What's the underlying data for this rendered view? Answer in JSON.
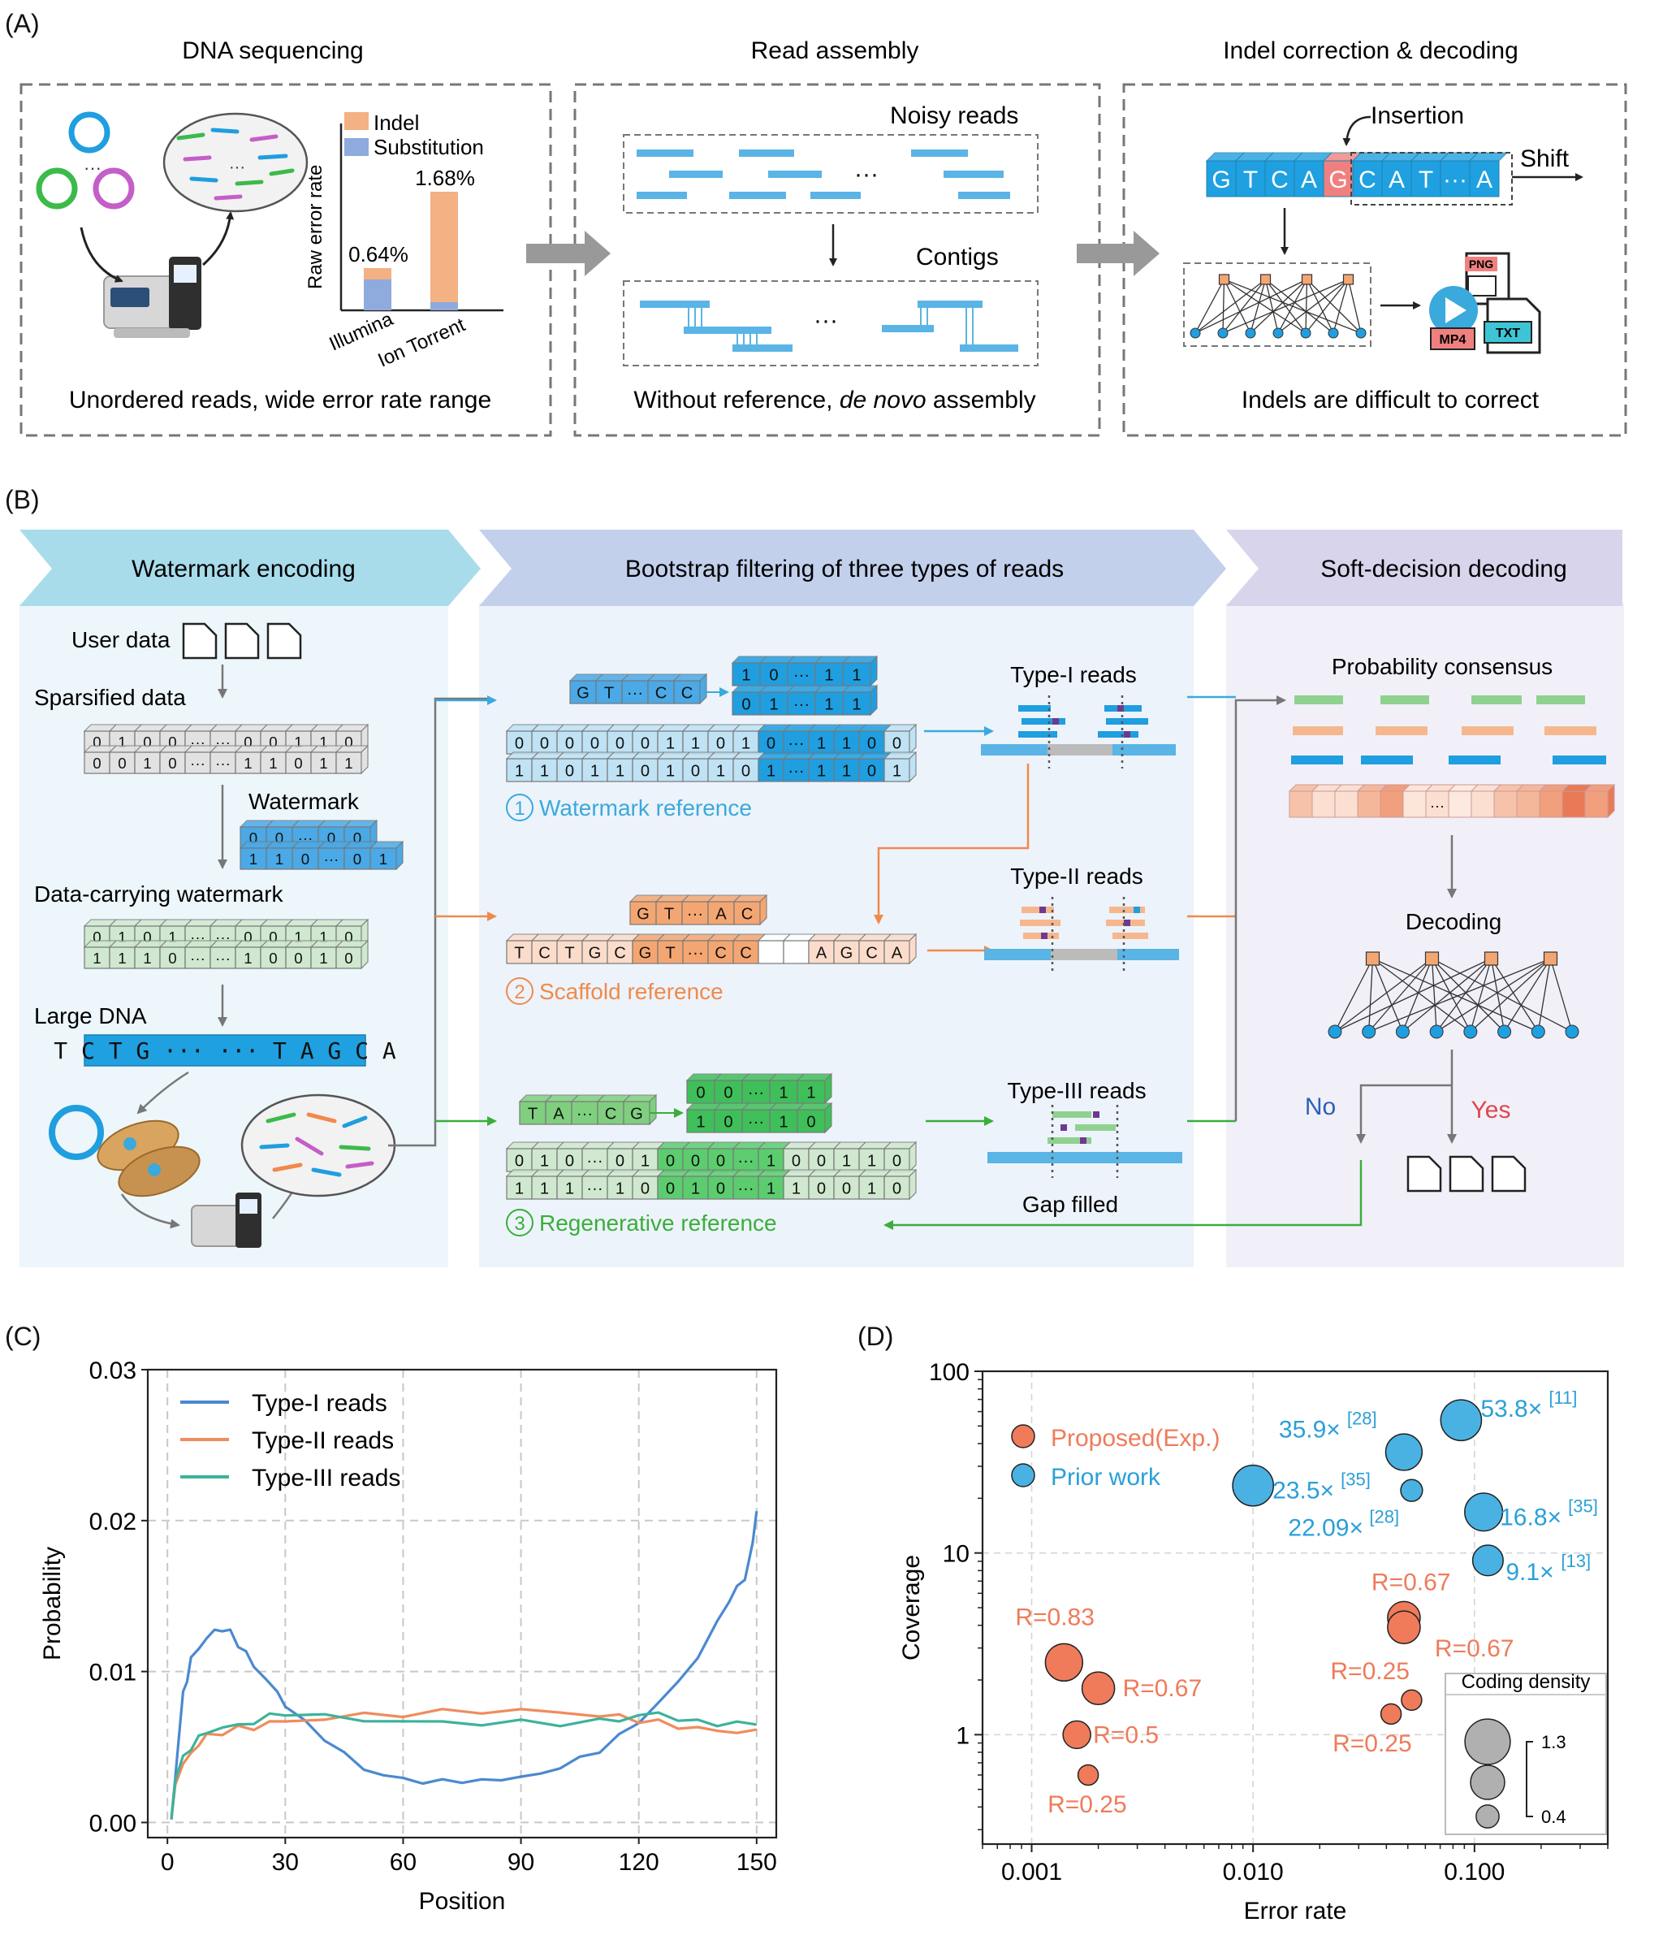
{
  "panel_a": {
    "letter": "(A)",
    "titles": [
      "DNA sequencing",
      "Read assembly",
      "Indel correction & decoding"
    ],
    "captions": {
      "seq": "Unordered reads, wide error rate range",
      "asm_prefix": "Without reference, ",
      "asm_italic": "de novo",
      "asm_suffix": " assembly",
      "dec": "Indels are difficult to correct"
    },
    "mini_chart": {
      "ylabel": "Raw error rate",
      "legend": [
        "Indel",
        "Substitution"
      ],
      "categories": [
        "Illumina",
        "Ion Torrent"
      ],
      "value_labels": [
        "0.64%",
        "1.68%"
      ]
    },
    "asm_labels": {
      "noisy": "Noisy reads",
      "contigs": "Contigs",
      "ellipsis": "···"
    },
    "indel": {
      "insertion": "Insertion",
      "shift": "Shift",
      "seq": [
        "G",
        "T",
        "C",
        "A",
        "G",
        "C",
        "A",
        "T",
        "···",
        "A"
      ]
    },
    "files": {
      "png": "PNG",
      "mp4": "MP4",
      "txt": "TXT"
    },
    "colors": {
      "indel": "#f4b183",
      "substitution": "#8faadc",
      "read": "#5ab4e5",
      "base": "#1fa0e0",
      "insert": "#f08080"
    }
  },
  "panel_b": {
    "letter": "(B)",
    "headers": [
      "Watermark encoding",
      "Bootstrap filtering of three types of reads",
      "Soft-decision decoding"
    ],
    "labels": {
      "user_data": "User data",
      "sparsified": "Sparsified data",
      "watermark": "Watermark",
      "data_watermark": "Data-carrying watermark",
      "large_dna": "Large DNA",
      "ref1": "Watermark reference",
      "ref2": "Scaffold reference",
      "ref3": "Regenerative reference",
      "num1": "1",
      "num2": "2",
      "num3": "3",
      "type1": "Type-I reads",
      "type2": "Type-II reads",
      "type3": "Type-III reads",
      "gap_filled": "Gap filled",
      "prob_consensus": "Probability consensus",
      "decoding": "Decoding",
      "no": "No",
      "yes": "Yes"
    },
    "rows": {
      "sparse1": [
        "0",
        "1",
        "0",
        "0",
        "···",
        "···",
        "0",
        "0",
        "1",
        "1",
        "0"
      ],
      "sparse2": [
        "0",
        "0",
        "1",
        "0",
        "···",
        "···",
        "1",
        "1",
        "0",
        "1",
        "1"
      ],
      "wm1": [
        "0",
        "0",
        "···",
        "0",
        "0"
      ],
      "wm2": [
        "1",
        "1",
        "0",
        "···",
        "0",
        "1"
      ],
      "dcw1": [
        "0",
        "1",
        "0",
        "1",
        "···",
        "···",
        "0",
        "0",
        "1",
        "1",
        "0"
      ],
      "dcw2": [
        "1",
        "1",
        "1",
        "0",
        "···",
        "···",
        "1",
        "0",
        "0",
        "1",
        "0"
      ],
      "dna": "T C T G ··· ··· T A G C A",
      "ref1_small": [
        "G",
        "T",
        "···",
        "C",
        "C"
      ],
      "ref1_wm_top": [
        "1",
        "0",
        "···",
        "1",
        "1"
      ],
      "ref1_wm_bot": [
        "0",
        "1",
        "···",
        "1",
        "1"
      ],
      "ref1_long1": [
        "0",
        "0",
        "0",
        "0",
        "0",
        "0",
        "1",
        "1",
        "0",
        "1",
        "0",
        "···",
        "1",
        "1",
        "0",
        "0"
      ],
      "ref1_long2": [
        "1",
        "1",
        "0",
        "1",
        "1",
        "0",
        "1",
        "0",
        "1",
        "0",
        "1",
        "···",
        "1",
        "1",
        "0",
        "1"
      ],
      "ref2_small": [
        "G",
        "T",
        "···",
        "A",
        "C"
      ],
      "ref2_long": [
        "T",
        "C",
        "T",
        "G",
        "C",
        "G",
        "T",
        "···",
        "C",
        "C",
        "",
        "",
        "A",
        "G",
        "C",
        "A"
      ],
      "ref3_small": [
        "T",
        "A",
        "···",
        "C",
        "G"
      ],
      "ref3_top": [
        "0",
        "0",
        "···",
        "1",
        "1"
      ],
      "ref3_bot": [
        "1",
        "0",
        "···",
        "1",
        "0"
      ],
      "ref3_long1": [
        "0",
        "1",
        "0",
        "···",
        "0",
        "1",
        "0",
        "0",
        "0",
        "···",
        "1",
        "0",
        "0",
        "1",
        "1",
        "0"
      ],
      "ref3_long2": [
        "1",
        "1",
        "1",
        "···",
        "1",
        "0",
        "0",
        "1",
        "0",
        "···",
        "1",
        "1",
        "0",
        "0",
        "1",
        "0"
      ]
    }
  },
  "chart_c": {
    "letter": "(C)",
    "type": "line",
    "xlabel": "Position",
    "ylabel": "Probability",
    "xlim": [
      -5,
      155
    ],
    "ylim": [
      -0.001,
      0.03
    ],
    "xticks": [
      0,
      30,
      60,
      90,
      120,
      150
    ],
    "yticks": [
      0.0,
      0.01,
      0.02,
      0.03
    ],
    "ytick_labels": [
      "0.00",
      "0.01",
      "0.02",
      "0.03"
    ],
    "grid": true,
    "legend_position": "top-left",
    "series": [
      {
        "name": "Type-I reads",
        "color": "#4a89d0",
        "x": [
          1,
          2,
          3,
          4,
          5,
          6,
          8,
          10,
          12,
          14,
          16,
          18,
          20,
          22,
          25,
          28,
          30,
          35,
          40,
          45,
          50,
          55,
          60,
          65,
          70,
          75,
          80,
          85,
          90,
          95,
          100,
          105,
          110,
          115,
          120,
          125,
          130,
          135,
          140,
          143,
          145,
          147,
          149,
          150
        ],
        "y": [
          0.0002,
          0.003,
          0.006,
          0.0085,
          0.0095,
          0.0108,
          0.0116,
          0.0122,
          0.0127,
          0.0128,
          0.0126,
          0.0118,
          0.0112,
          0.0104,
          0.0095,
          0.0086,
          0.0078,
          0.0066,
          0.0056,
          0.0045,
          0.0036,
          0.0031,
          0.0029,
          0.0027,
          0.0027,
          0.0028,
          0.0027,
          0.0029,
          0.003,
          0.0032,
          0.0037,
          0.0042,
          0.0048,
          0.0057,
          0.0067,
          0.0079,
          0.0093,
          0.011,
          0.0132,
          0.0148,
          0.0155,
          0.0162,
          0.0185,
          0.0206
        ]
      },
      {
        "name": "Type-II reads",
        "color": "#ef8c5d",
        "x": [
          1,
          2,
          4,
          6,
          8,
          10,
          14,
          18,
          22,
          26,
          30,
          40,
          50,
          60,
          70,
          80,
          90,
          100,
          110,
          115,
          120,
          125,
          130,
          135,
          140,
          145,
          150
        ],
        "y": [
          0.0002,
          0.0025,
          0.0038,
          0.0046,
          0.0052,
          0.0057,
          0.006,
          0.0062,
          0.0063,
          0.0066,
          0.0067,
          0.0069,
          0.0071,
          0.0072,
          0.0073,
          0.0074,
          0.0074,
          0.0073,
          0.0071,
          0.007,
          0.0068,
          0.0066,
          0.0064,
          0.0062,
          0.0061,
          0.006,
          0.006
        ]
      },
      {
        "name": "Type-III reads",
        "color": "#3cb39a",
        "x": [
          1,
          2,
          4,
          6,
          8,
          10,
          14,
          18,
          22,
          26,
          30,
          40,
          50,
          60,
          70,
          80,
          90,
          100,
          110,
          115,
          120,
          125,
          130,
          135,
          140,
          145,
          150
        ],
        "y": [
          0.0002,
          0.0028,
          0.0042,
          0.005,
          0.0056,
          0.006,
          0.0063,
          0.0064,
          0.0067,
          0.007,
          0.0073,
          0.007,
          0.0068,
          0.0067,
          0.0066,
          0.0066,
          0.0066,
          0.0066,
          0.0067,
          0.0068,
          0.0071,
          0.0072,
          0.0069,
          0.0066,
          0.0066,
          0.0065,
          0.0066
        ]
      }
    ]
  },
  "chart_d": {
    "letter": "(D)",
    "type": "scatter",
    "xlabel": "Error rate",
    "ylabel": "Coverage",
    "x_scale": "log",
    "y_scale": "log",
    "xlim": [
      0.0006,
      0.4
    ],
    "ylim": [
      0.25,
      100
    ],
    "xticks": [
      0.001,
      0.01,
      0.1
    ],
    "xtick_labels": [
      "0.001",
      "0.010",
      "0.100"
    ],
    "yticks": [
      1,
      10,
      100
    ],
    "ytick_labels": [
      "1",
      "10",
      "100"
    ],
    "grid": true,
    "legend": [
      "Proposed(Exp.)",
      "Prior work"
    ],
    "legend_position": "top-left",
    "density_legend": {
      "title": "Coding density",
      "max_label": "1.3",
      "min_label": "0.4",
      "values": [
        1.3,
        0.85,
        0.4
      ]
    },
    "series": [
      {
        "name": "Proposed(Exp.)",
        "color": "#ef7b5a",
        "points": [
          {
            "x": 0.0014,
            "y": 2.5,
            "d": 0.83,
            "label": "R=0.83"
          },
          {
            "x": 0.002,
            "y": 1.8,
            "d": 0.67,
            "label": "R=0.67"
          },
          {
            "x": 0.0016,
            "y": 1.0,
            "d": 0.5,
            "label": "R=0.5"
          },
          {
            "x": 0.0018,
            "y": 0.6,
            "d": 0.25,
            "label": "R=0.25"
          },
          {
            "x": 0.048,
            "y": 4.4,
            "d": 0.67,
            "label": "R=0.67"
          },
          {
            "x": 0.048,
            "y": 3.9,
            "d": 0.67,
            "label": "R=0.67"
          },
          {
            "x": 0.052,
            "y": 1.55,
            "d": 0.25,
            "label": "R=0.25"
          },
          {
            "x": 0.042,
            "y": 1.3,
            "d": 0.25,
            "label": "R=0.25"
          }
        ]
      },
      {
        "name": "Prior work",
        "color": "#4ab2e2",
        "points": [
          {
            "x": 0.01,
            "y": 23.5,
            "d": 0.95,
            "label": "23.5×",
            "ref": "[35]"
          },
          {
            "x": 0.048,
            "y": 35.9,
            "d": 0.8,
            "label": "35.9×",
            "ref": "[28]"
          },
          {
            "x": 0.087,
            "y": 53.8,
            "d": 0.95,
            "label": "53.8×",
            "ref": "[11]"
          },
          {
            "x": 0.052,
            "y": 22.09,
            "d": 0.3,
            "label": "22.09×",
            "ref": "[28]"
          },
          {
            "x": 0.11,
            "y": 16.8,
            "d": 0.85,
            "label": "16.8×",
            "ref": "[35]"
          },
          {
            "x": 0.115,
            "y": 9.1,
            "d": 0.6,
            "label": "9.1×",
            "ref": "[13]"
          }
        ]
      }
    ]
  }
}
